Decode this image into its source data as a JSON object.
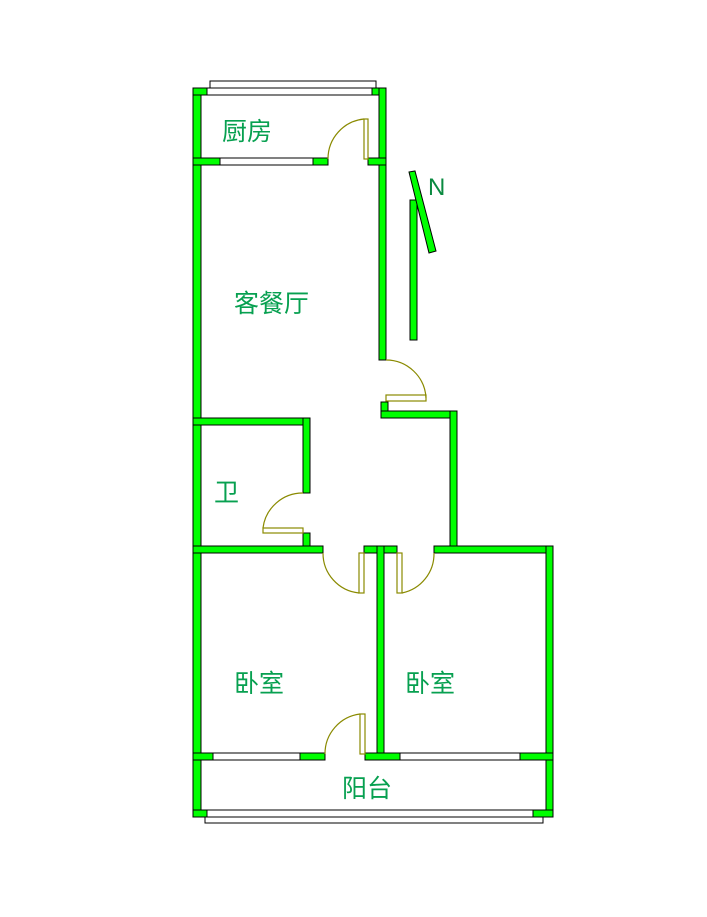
{
  "rooms": {
    "kitchen": "厨房",
    "living_dining": "客餐厅",
    "bathroom": "卫",
    "bedroom_left": "卧室",
    "bedroom_right": "卧室",
    "balcony": "阳台"
  },
  "compass": {
    "label": "N"
  },
  "colors": {
    "wall": "#00ff00",
    "label": "#07a050",
    "door": "#8a8a00"
  }
}
